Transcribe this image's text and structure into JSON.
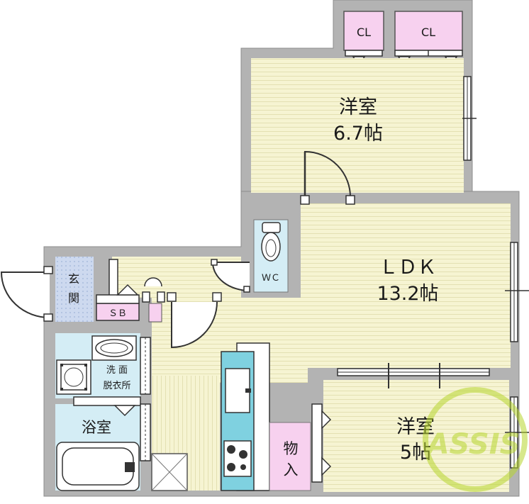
{
  "rooms": {
    "western_room_1": {
      "name": "洋室",
      "size": "6.7帖"
    },
    "ldk": {
      "name": "ＬＤＫ",
      "size": "13.2帖"
    },
    "western_room_2": {
      "name": "洋室",
      "size": "5帖"
    },
    "entrance": {
      "line1": "玄",
      "line2": "関"
    },
    "shoe_box": "ＳＢ",
    "toilet": "ＷＣ",
    "washroom": {
      "line1": "洗 面",
      "line2": "脱衣所"
    },
    "bathroom": "浴室",
    "storage": {
      "line1": "物",
      "line2": "入"
    },
    "closet_1": "CL",
    "closet_2": "CL"
  },
  "watermark": "ASSIS",
  "colors": {
    "wall": "#b3b3b3",
    "wall_edge": "#8c8c8c",
    "floor": "#f5f3cf",
    "floor_line": "#e2dfb1",
    "wet_area": "#d4edf5",
    "kitchen": "#7fd1e0",
    "closet": "#f7d1ef",
    "entrance_tile": "#c9d7ee",
    "watermark": "#b8d62e"
  }
}
